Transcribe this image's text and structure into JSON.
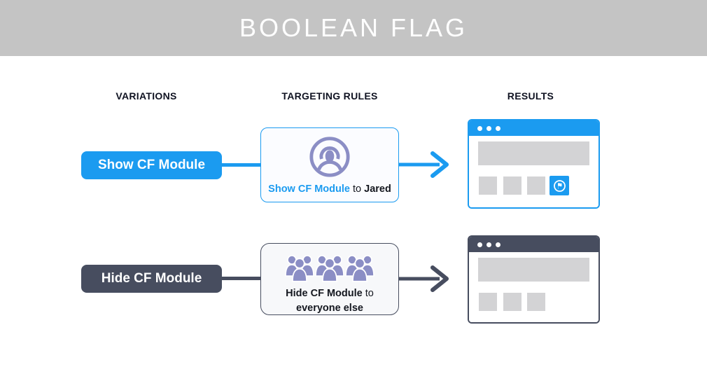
{
  "banner": {
    "title": "BOOLEAN FLAG"
  },
  "columns": {
    "variations": "VARIATIONS",
    "targeting": "TARGETING RULES",
    "results": "RESULTS"
  },
  "rows": [
    {
      "variation_label": "Show CF Module",
      "rule": {
        "flag": "Show CF Module",
        "connector": "to",
        "target": "Jared"
      },
      "rule_icon": "single-user-avatar-icon",
      "result": "browser window showing CF module flag icon"
    },
    {
      "variation_label": "Hide CF Module",
      "rule": {
        "flag": "Hide CF Module",
        "connector": "to",
        "target": "everyone else"
      },
      "rule_icon": "crowd-icon",
      "result": "browser window without CF module flag icon"
    }
  ],
  "colors": {
    "accent_blue": "#1b9bf0",
    "dark_slate": "#474d5f",
    "icon_purple": "#8b8ec5",
    "placeholder_gray": "#d3d3d5",
    "banner_gray": "#c4c4c4"
  }
}
